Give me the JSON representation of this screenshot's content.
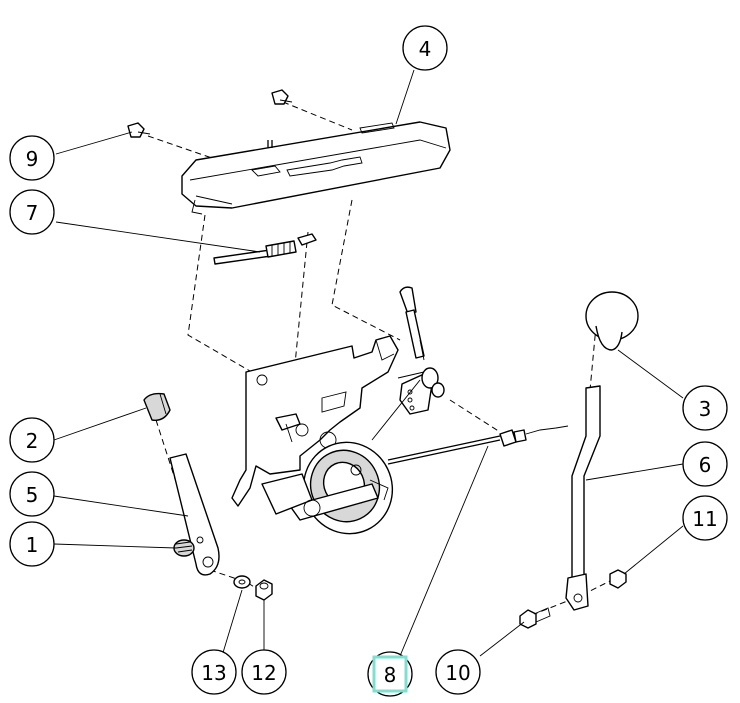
{
  "callouts": [
    {
      "id": "1",
      "label": "1"
    },
    {
      "id": "2",
      "label": "2"
    },
    {
      "id": "3",
      "label": "3"
    },
    {
      "id": "4",
      "label": "4"
    },
    {
      "id": "5",
      "label": "5"
    },
    {
      "id": "6",
      "label": "6"
    },
    {
      "id": "7",
      "label": "7"
    },
    {
      "id": "8",
      "label": "8",
      "highlighted": true
    },
    {
      "id": "9",
      "label": "9"
    },
    {
      "id": "10",
      "label": "10"
    },
    {
      "id": "11",
      "label": "11"
    },
    {
      "id": "12",
      "label": "12"
    },
    {
      "id": "13",
      "label": "13"
    }
  ],
  "colors": {
    "line": "#000000",
    "background": "#ffffff",
    "highlight": "#7fe0cf"
  }
}
